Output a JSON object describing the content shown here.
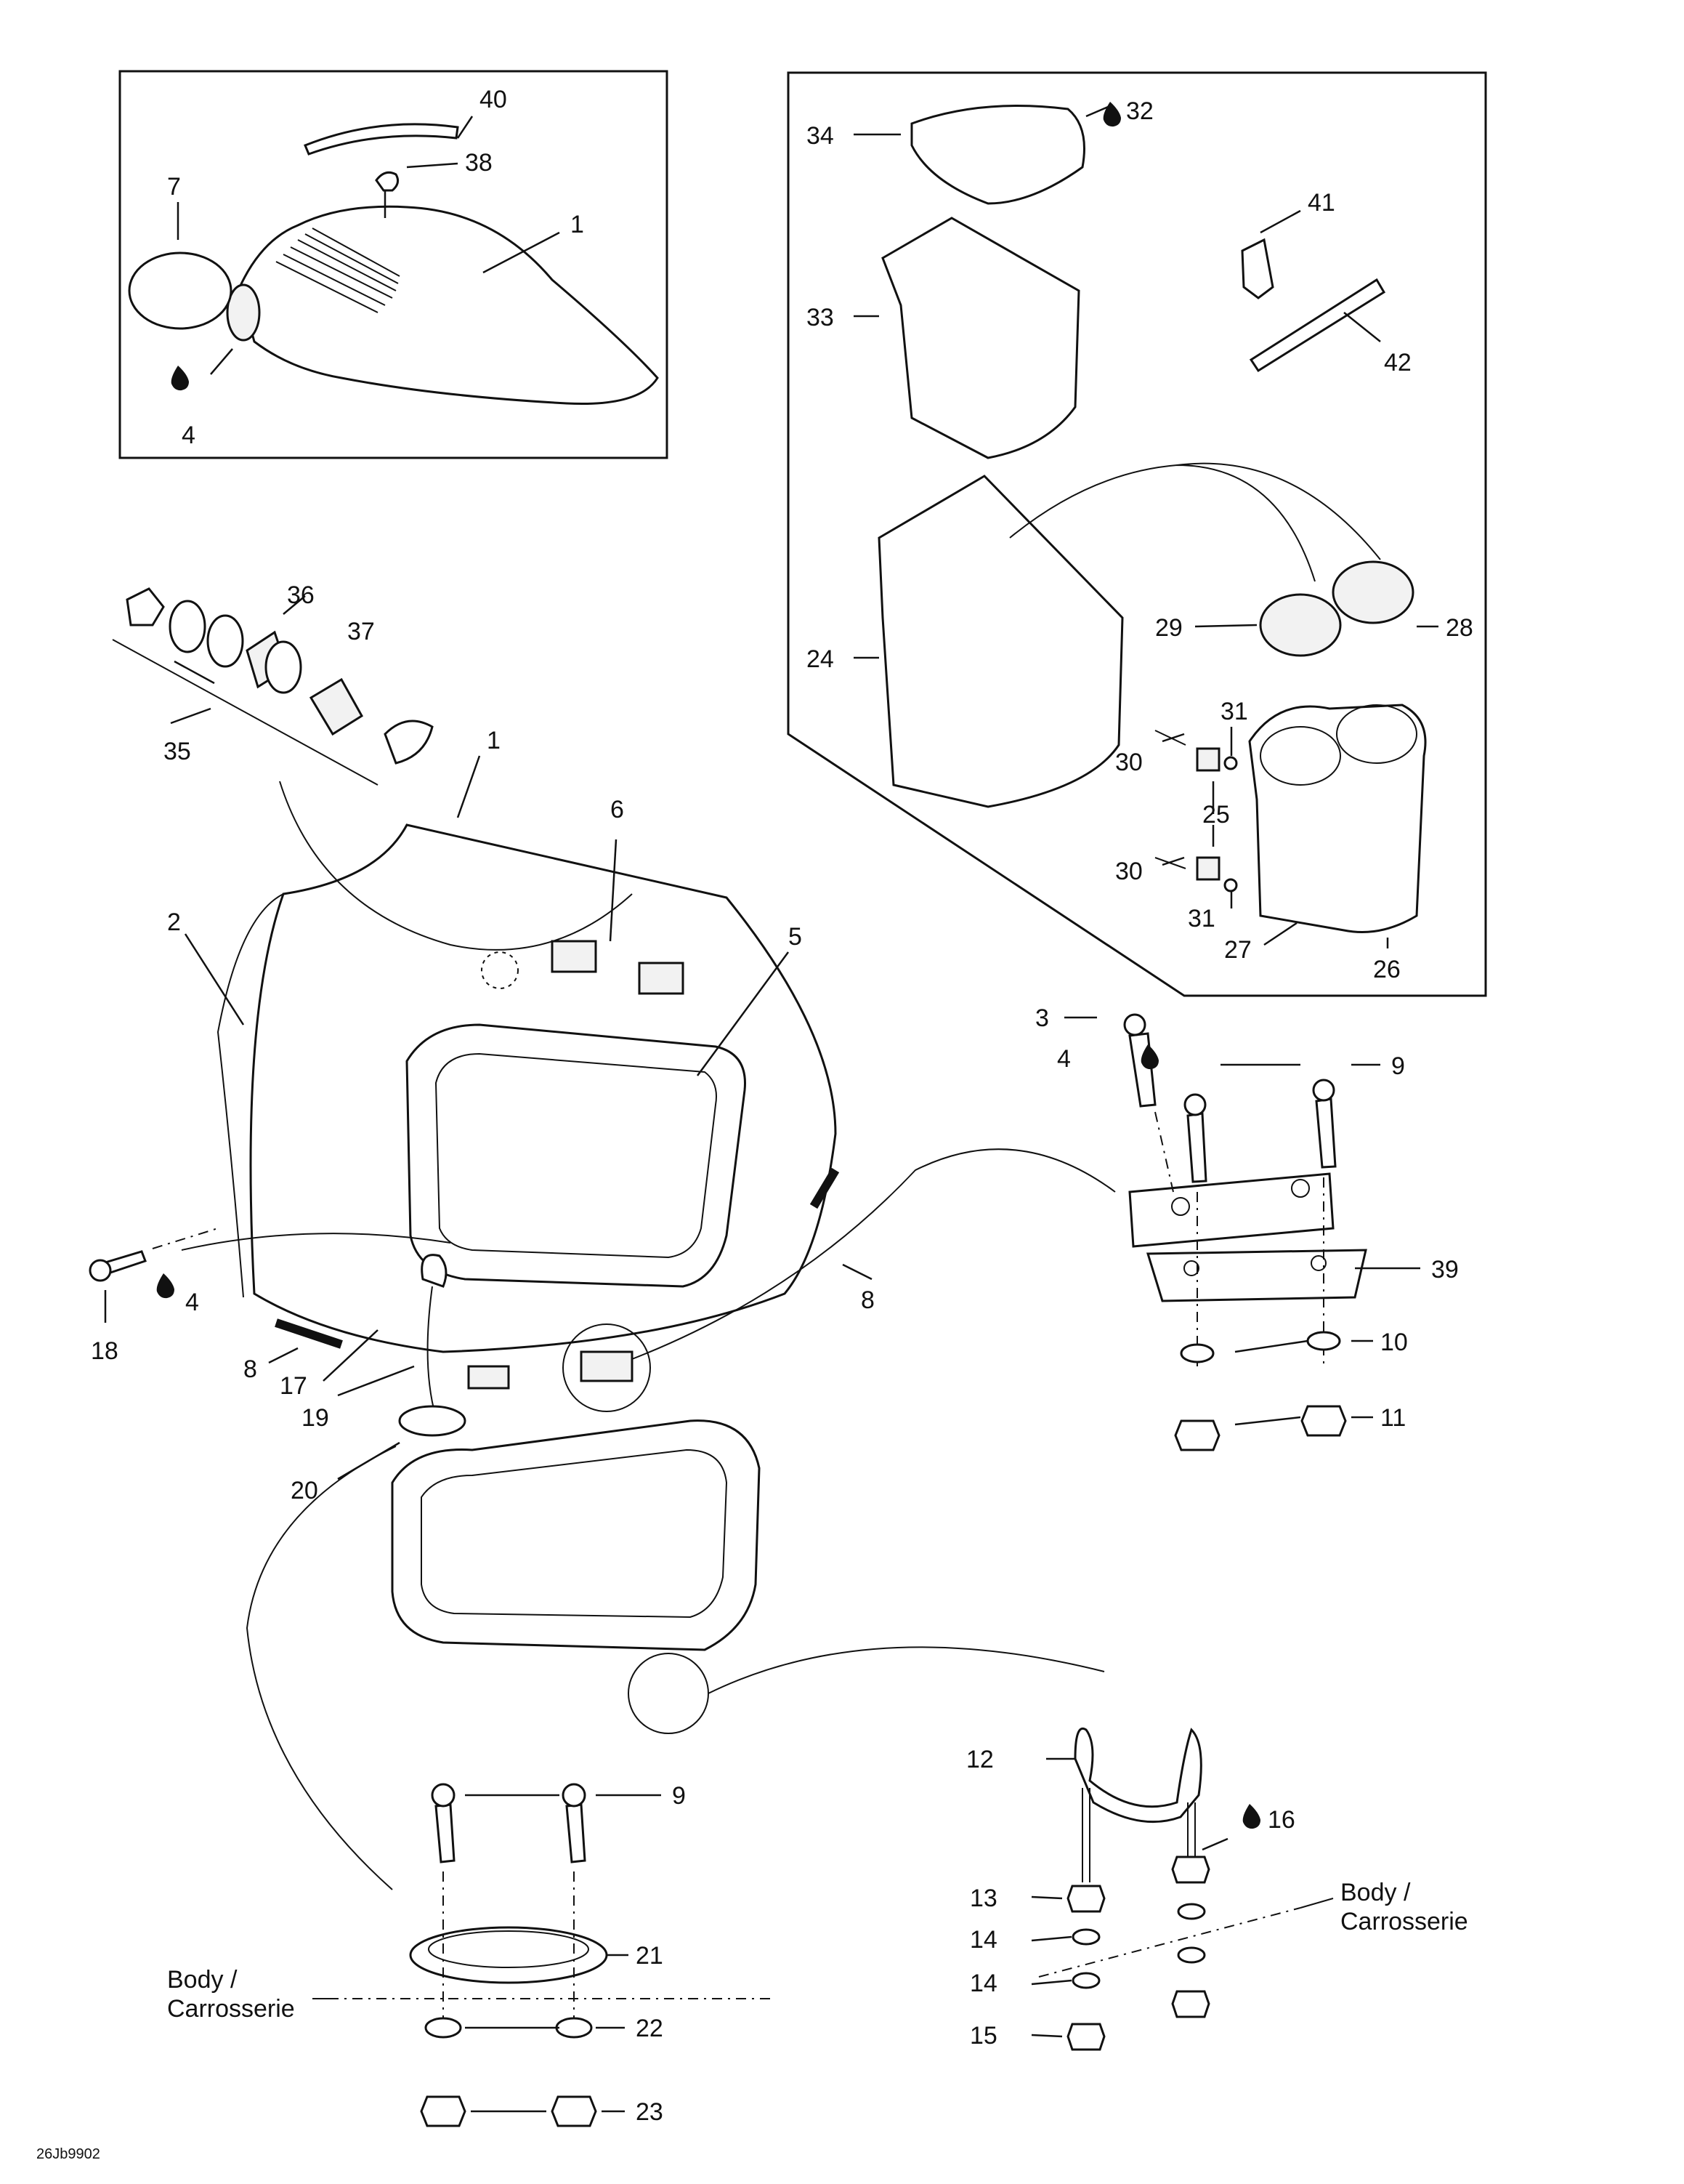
{
  "labels": {
    "l1a": "1",
    "l1b": "1",
    "l2": "2",
    "l3": "3",
    "l4a": "4",
    "l4b": "4",
    "l4c": "4",
    "l5": "5",
    "l6": "6",
    "l7": "7",
    "l8a": "8",
    "l8b": "8",
    "l9a": "9",
    "l9b": "9",
    "l10": "10",
    "l11": "11",
    "l12": "12",
    "l13": "13",
    "l14a": "14",
    "l14b": "14",
    "l15": "15",
    "l16": "16",
    "l17": "17",
    "l18": "18",
    "l19": "19",
    "l20": "20",
    "l21": "21",
    "l22": "22",
    "l23": "23",
    "l24": "24",
    "l25": "25",
    "l26": "26",
    "l27": "27",
    "l28": "28",
    "l29": "29",
    "l30a": "30",
    "l30b": "30",
    "l31a": "31",
    "l31b": "31",
    "l32": "32",
    "l33": "33",
    "l34": "34",
    "l35": "35",
    "l36": "36",
    "l37": "37",
    "l38": "38",
    "l39": "39",
    "l40": "40",
    "l41": "41",
    "l42": "42"
  },
  "body_note_right": {
    "line1": "Body /",
    "line2": "Carrosserie"
  },
  "body_note_left": {
    "line1": "Body /",
    "line2": "Carrosserie"
  },
  "drawing_code": "26Jb9902",
  "icons": {
    "drop": "drop-icon"
  },
  "colors": {
    "ink": "#111111",
    "paper": "#ffffff"
  }
}
